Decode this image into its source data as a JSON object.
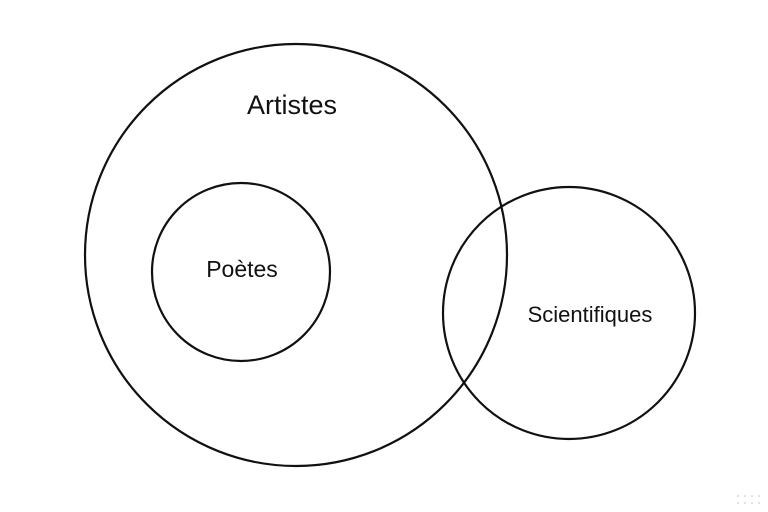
{
  "diagram": {
    "sets": [
      {
        "id": "artistes",
        "label": "Artistes"
      },
      {
        "id": "poetes",
        "label": "Poètes"
      },
      {
        "id": "scientifiques",
        "label": "Scientifiques"
      }
    ],
    "relationships": [
      {
        "type": "subset",
        "inner": "Poètes",
        "outer": "Artistes"
      },
      {
        "type": "overlap",
        "sets": [
          "Artistes",
          "Scientifiques"
        ]
      }
    ],
    "colors": {
      "background": "#ffffff",
      "stroke": "#111111",
      "text": "#111111"
    }
  }
}
